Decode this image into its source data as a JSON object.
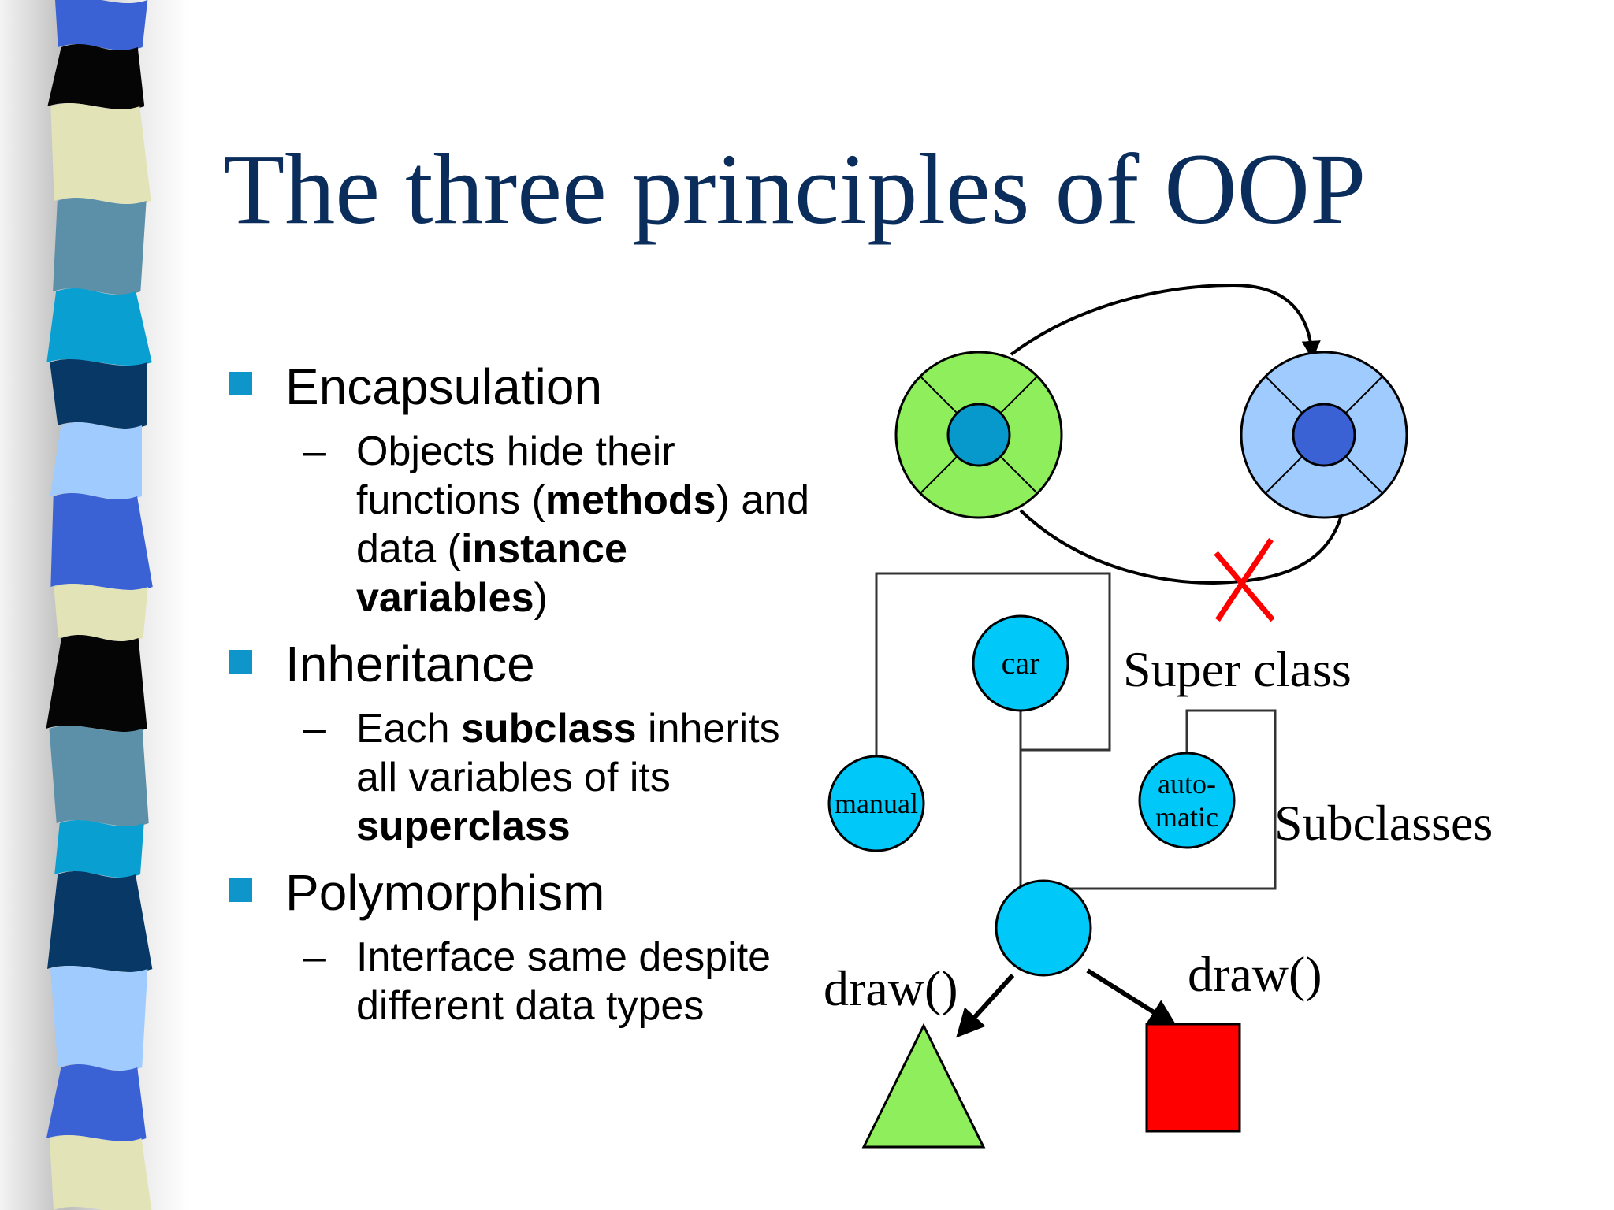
{
  "slide": {
    "title": "The three principles of OOP"
  },
  "bullets": [
    {
      "heading": "Encapsulation",
      "dash": "–",
      "sub": [
        {
          "text": "Objects hide their",
          "bold": false
        },
        {
          "text": "functions (",
          "bold": false
        },
        {
          "text": "methods",
          "bold": true
        },
        {
          "text": ") and",
          "bold": false
        },
        {
          "text": "data (",
          "bold": false
        },
        {
          "text": "instance",
          "bold": true
        },
        {
          "text": "variables",
          "bold": true
        },
        {
          "text": ")",
          "bold": false
        }
      ]
    },
    {
      "heading": "Inheritance",
      "dash": "–",
      "sub": [
        {
          "text": "Each ",
          "bold": false
        },
        {
          "text": "subclass",
          "bold": true
        },
        {
          "text": " inherits",
          "bold": false
        },
        {
          "text": "all variables of its",
          "bold": false
        },
        {
          "text": "superclass",
          "bold": true
        }
      ]
    },
    {
      "heading": "Polymorphism",
      "dash": "–",
      "sub": [
        {
          "text": "Interface same despite",
          "bold": false
        },
        {
          "text": "different data types",
          "bold": false
        }
      ]
    }
  ],
  "diagram": {
    "node_car": "car",
    "node_manual": "manual",
    "node_auto_line1": "auto-",
    "node_auto_line2": "matic",
    "label_superclass": "Super class",
    "label_subclasses": "Subclasses",
    "label_draw_left": "draw()",
    "label_draw_right": "draw()",
    "cross_mark": "×",
    "colors": {
      "green_object": "#8fee5c",
      "object_core": "#0798cc",
      "blue_object": "#9fcbff",
      "blue_core": "#3a62d4",
      "cyan_node": "#00c8f8",
      "cross": "#ff0000",
      "triangle": "#8fee5c",
      "square": "#ff0000"
    }
  }
}
